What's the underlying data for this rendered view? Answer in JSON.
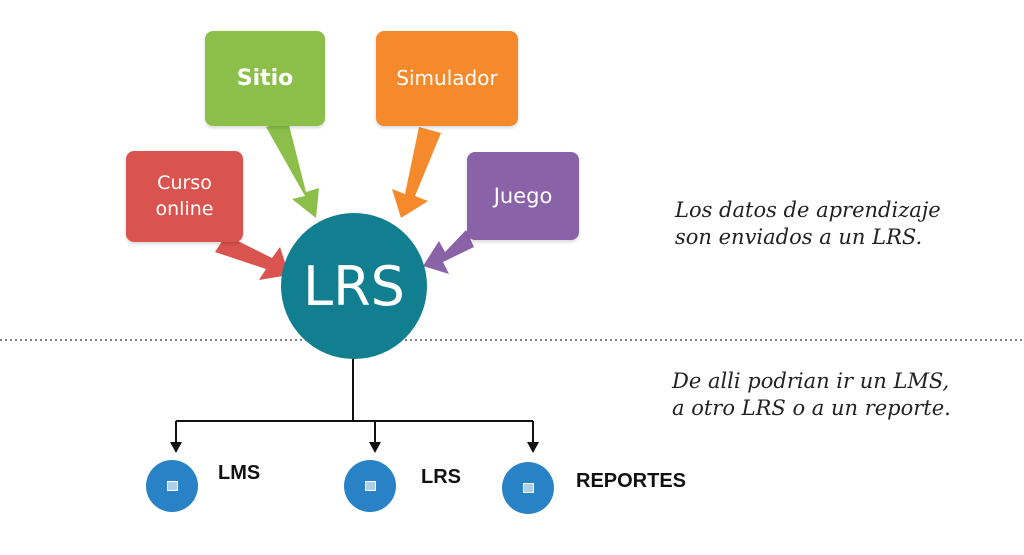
{
  "sources": [
    {
      "id": "curso-online",
      "label": "Curso\nonline",
      "color": "#d9534f"
    },
    {
      "id": "sitio",
      "label": "Sitio",
      "color": "#8cbf4a"
    },
    {
      "id": "simulador",
      "label": "Simulador",
      "color": "#f58a2c"
    },
    {
      "id": "juego",
      "label": "Juego",
      "color": "#8a62a8"
    }
  ],
  "hub": {
    "label": "LRS",
    "color": "#117f8f"
  },
  "captions": {
    "top": "Los datos de aprendizaje\nson enviados a un LRS.",
    "bottom": "De alli podrian ir un LMS,\na otro LRS o a un reporte."
  },
  "destinations": [
    {
      "id": "lms",
      "label": "LMS"
    },
    {
      "id": "lrs",
      "label": "LRS"
    },
    {
      "id": "reportes",
      "label": "REPORTES"
    }
  ],
  "colors": {
    "destination": "#2a82c6",
    "connector": "#111111",
    "divider": "#555555"
  }
}
